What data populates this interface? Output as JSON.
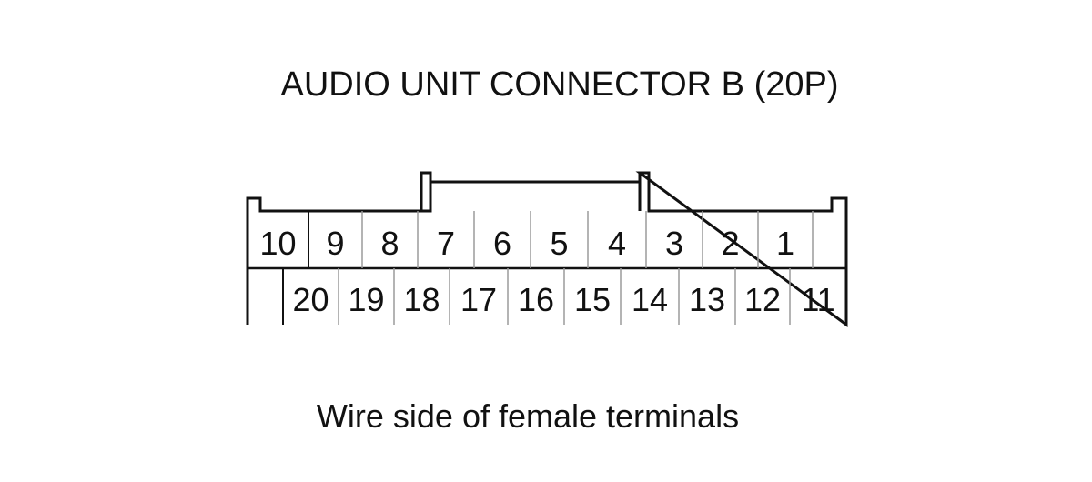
{
  "diagram": {
    "title": "AUDIO UNIT CONNECTOR B (20P)",
    "caption": "Wire side of female terminals",
    "colors": {
      "background": "#ffffff",
      "outline": "#111111",
      "divider": "#9a9a9a",
      "text": "#111111"
    },
    "connector": {
      "top_row": [
        "10",
        "9",
        "8",
        "7",
        "6",
        "5",
        "4",
        "3",
        "2",
        "1",
        ""
      ],
      "bottom_row": [
        "",
        "20",
        "19",
        "18",
        "17",
        "16",
        "15",
        "14",
        "13",
        "12",
        "11"
      ]
    }
  }
}
